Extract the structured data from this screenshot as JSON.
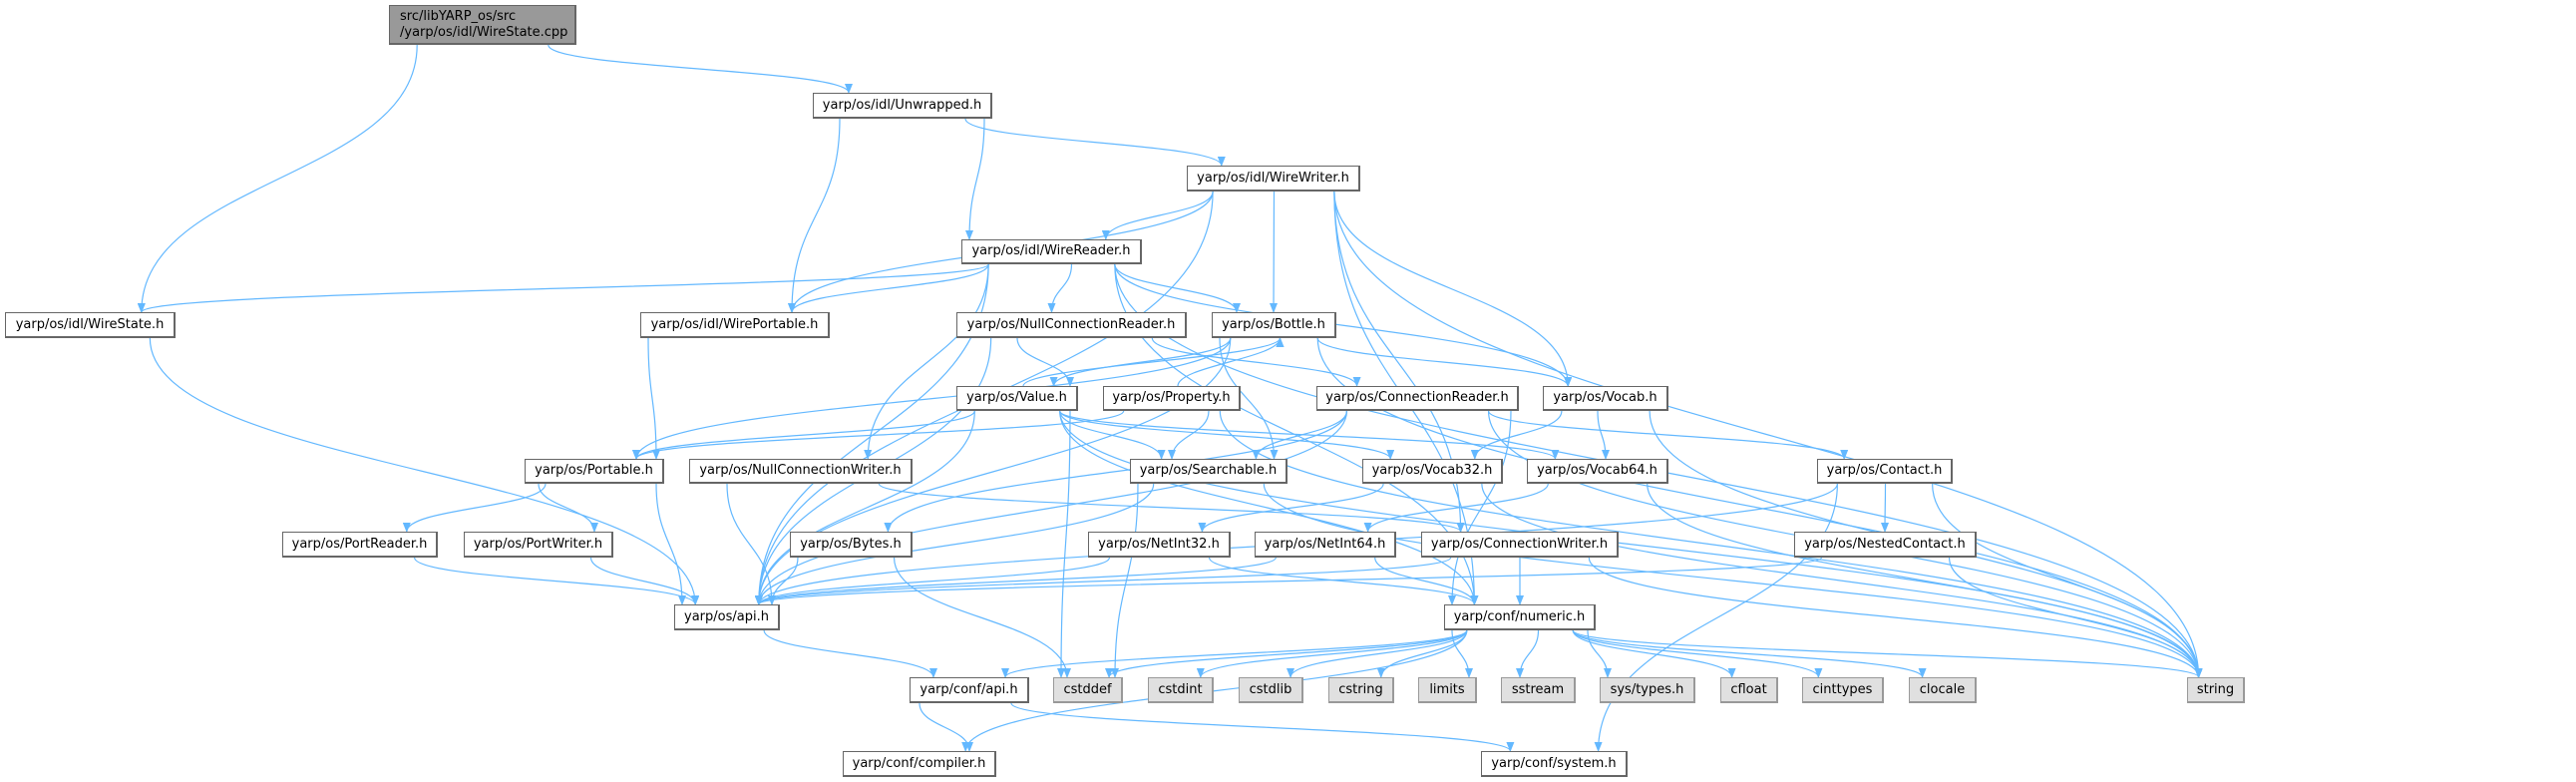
{
  "root": {
    "line1": "src/libYARP_os/src",
    "line2": "/yarp/os/idl/WireState.cpp"
  },
  "nodes": {
    "unwrapped": "yarp/os/idl/Unwrapped.h",
    "wirewriter": "yarp/os/idl/WireWriter.h",
    "wirereader": "yarp/os/idl/WireReader.h",
    "wirestate": "yarp/os/idl/WireState.h",
    "wireportable": "yarp/os/idl/WirePortable.h",
    "nullconnreader": "yarp/os/NullConnectionReader.h",
    "bottle": "yarp/os/Bottle.h",
    "value": "yarp/os/Value.h",
    "property": "yarp/os/Property.h",
    "connreader": "yarp/os/ConnectionReader.h",
    "vocab": "yarp/os/Vocab.h",
    "portable": "yarp/os/Portable.h",
    "nullconnwriter": "yarp/os/NullConnectionWriter.h",
    "searchable": "yarp/os/Searchable.h",
    "vocab32": "yarp/os/Vocab32.h",
    "vocab64": "yarp/os/Vocab64.h",
    "contact": "yarp/os/Contact.h",
    "portreader": "yarp/os/PortReader.h",
    "portwriter": "yarp/os/PortWriter.h",
    "bytes": "yarp/os/Bytes.h",
    "netint32": "yarp/os/NetInt32.h",
    "netint64": "yarp/os/NetInt64.h",
    "connwriter": "yarp/os/ConnectionWriter.h",
    "nestedcontact": "yarp/os/NestedContact.h",
    "osapi": "yarp/os/api.h",
    "numeric": "yarp/conf/numeric.h",
    "confapi": "yarp/conf/api.h",
    "cstddef": "cstddef",
    "cstdint": "cstdint",
    "cstdlib": "cstdlib",
    "cstring": "cstring",
    "limits": "limits",
    "sstream": "sstream",
    "systypes": "sys/types.h",
    "cfloat": "cfloat",
    "cinttypes": "cinttypes",
    "clocale": "clocale",
    "string": "string",
    "compiler": "yarp/conf/compiler.h",
    "system": "yarp/conf/system.h"
  },
  "edges": [
    [
      "root",
      "unwrapped"
    ],
    [
      "root",
      "wirestate"
    ],
    [
      "unwrapped",
      "wireportable"
    ],
    [
      "unwrapped",
      "wirereader"
    ],
    [
      "unwrapped",
      "wirewriter"
    ],
    [
      "wirewriter",
      "wirereader"
    ],
    [
      "wirewriter",
      "wireportable"
    ],
    [
      "wirewriter",
      "osapi"
    ],
    [
      "wirewriter",
      "bottle"
    ],
    [
      "wirewriter",
      "vocab"
    ],
    [
      "wirewriter",
      "connwriter"
    ],
    [
      "wirewriter",
      "numeric"
    ],
    [
      "wirewriter",
      "string"
    ],
    [
      "wirereader",
      "wirestate"
    ],
    [
      "wirereader",
      "wireportable"
    ],
    [
      "wirereader",
      "nullconnreader"
    ],
    [
      "wirereader",
      "bottle"
    ],
    [
      "wirereader",
      "vocab"
    ],
    [
      "wirereader",
      "nullconnwriter"
    ],
    [
      "wirereader",
      "numeric"
    ],
    [
      "wirereader",
      "string"
    ],
    [
      "wirereader",
      "osapi"
    ],
    [
      "wirestate",
      "osapi"
    ],
    [
      "wireportable",
      "portable"
    ],
    [
      "nullconnreader",
      "value"
    ],
    [
      "nullconnreader",
      "connreader"
    ],
    [
      "nullconnreader",
      "osapi"
    ],
    [
      "bottle",
      "value"
    ],
    [
      "bottle",
      "portable"
    ],
    [
      "bottle",
      "searchable"
    ],
    [
      "bottle",
      "vocab"
    ],
    [
      "bottle",
      "string"
    ],
    [
      "bottle",
      "osapi"
    ],
    [
      "value",
      "bottle"
    ],
    [
      "value",
      "portable"
    ],
    [
      "value",
      "searchable"
    ],
    [
      "value",
      "vocab32"
    ],
    [
      "value",
      "vocab64"
    ],
    [
      "value",
      "cstddef"
    ],
    [
      "value",
      "numeric"
    ],
    [
      "value",
      "string"
    ],
    [
      "value",
      "osapi"
    ],
    [
      "property",
      "bottle"
    ],
    [
      "property",
      "searchable"
    ],
    [
      "property",
      "portable"
    ],
    [
      "property",
      "string"
    ],
    [
      "connreader",
      "searchable"
    ],
    [
      "connreader",
      "bytes"
    ],
    [
      "connreader",
      "contact"
    ],
    [
      "connreader",
      "numeric"
    ],
    [
      "connreader",
      "string"
    ],
    [
      "connreader",
      "osapi"
    ],
    [
      "vocab",
      "vocab32"
    ],
    [
      "vocab",
      "vocab64"
    ],
    [
      "vocab",
      "string"
    ],
    [
      "portable",
      "portreader"
    ],
    [
      "portable",
      "portwriter"
    ],
    [
      "portable",
      "osapi"
    ],
    [
      "nullconnwriter",
      "connwriter"
    ],
    [
      "nullconnwriter",
      "osapi"
    ],
    [
      "searchable",
      "osapi"
    ],
    [
      "searchable",
      "cstddef"
    ],
    [
      "searchable",
      "string"
    ],
    [
      "vocab32",
      "netint32"
    ],
    [
      "vocab32",
      "string"
    ],
    [
      "vocab64",
      "netint64"
    ],
    [
      "vocab64",
      "string"
    ],
    [
      "contact",
      "nestedcontact"
    ],
    [
      "contact",
      "string"
    ],
    [
      "contact",
      "osapi"
    ],
    [
      "contact",
      "system"
    ],
    [
      "portreader",
      "osapi"
    ],
    [
      "portwriter",
      "osapi"
    ],
    [
      "bytes",
      "osapi"
    ],
    [
      "bytes",
      "cstddef"
    ],
    [
      "netint32",
      "numeric"
    ],
    [
      "netint32",
      "osapi"
    ],
    [
      "netint64",
      "numeric"
    ],
    [
      "netint64",
      "osapi"
    ],
    [
      "connwriter",
      "numeric"
    ],
    [
      "connwriter",
      "string"
    ],
    [
      "connwriter",
      "osapi"
    ],
    [
      "nestedcontact",
      "string"
    ],
    [
      "nestedcontact",
      "osapi"
    ],
    [
      "osapi",
      "confapi"
    ],
    [
      "numeric",
      "confapi"
    ],
    [
      "numeric",
      "cstddef"
    ],
    [
      "numeric",
      "cstdint"
    ],
    [
      "numeric",
      "cstdlib"
    ],
    [
      "numeric",
      "cstring"
    ],
    [
      "numeric",
      "limits"
    ],
    [
      "numeric",
      "sstream"
    ],
    [
      "numeric",
      "systypes"
    ],
    [
      "numeric",
      "cfloat"
    ],
    [
      "numeric",
      "cinttypes"
    ],
    [
      "numeric",
      "clocale"
    ],
    [
      "numeric",
      "string"
    ],
    [
      "numeric",
      "compiler"
    ],
    [
      "confapi",
      "compiler"
    ],
    [
      "confapi",
      "system"
    ]
  ],
  "colors": {
    "edge": "#63b8ff",
    "root_fill": "#999999",
    "system_fill": "#e0e0e0"
  }
}
